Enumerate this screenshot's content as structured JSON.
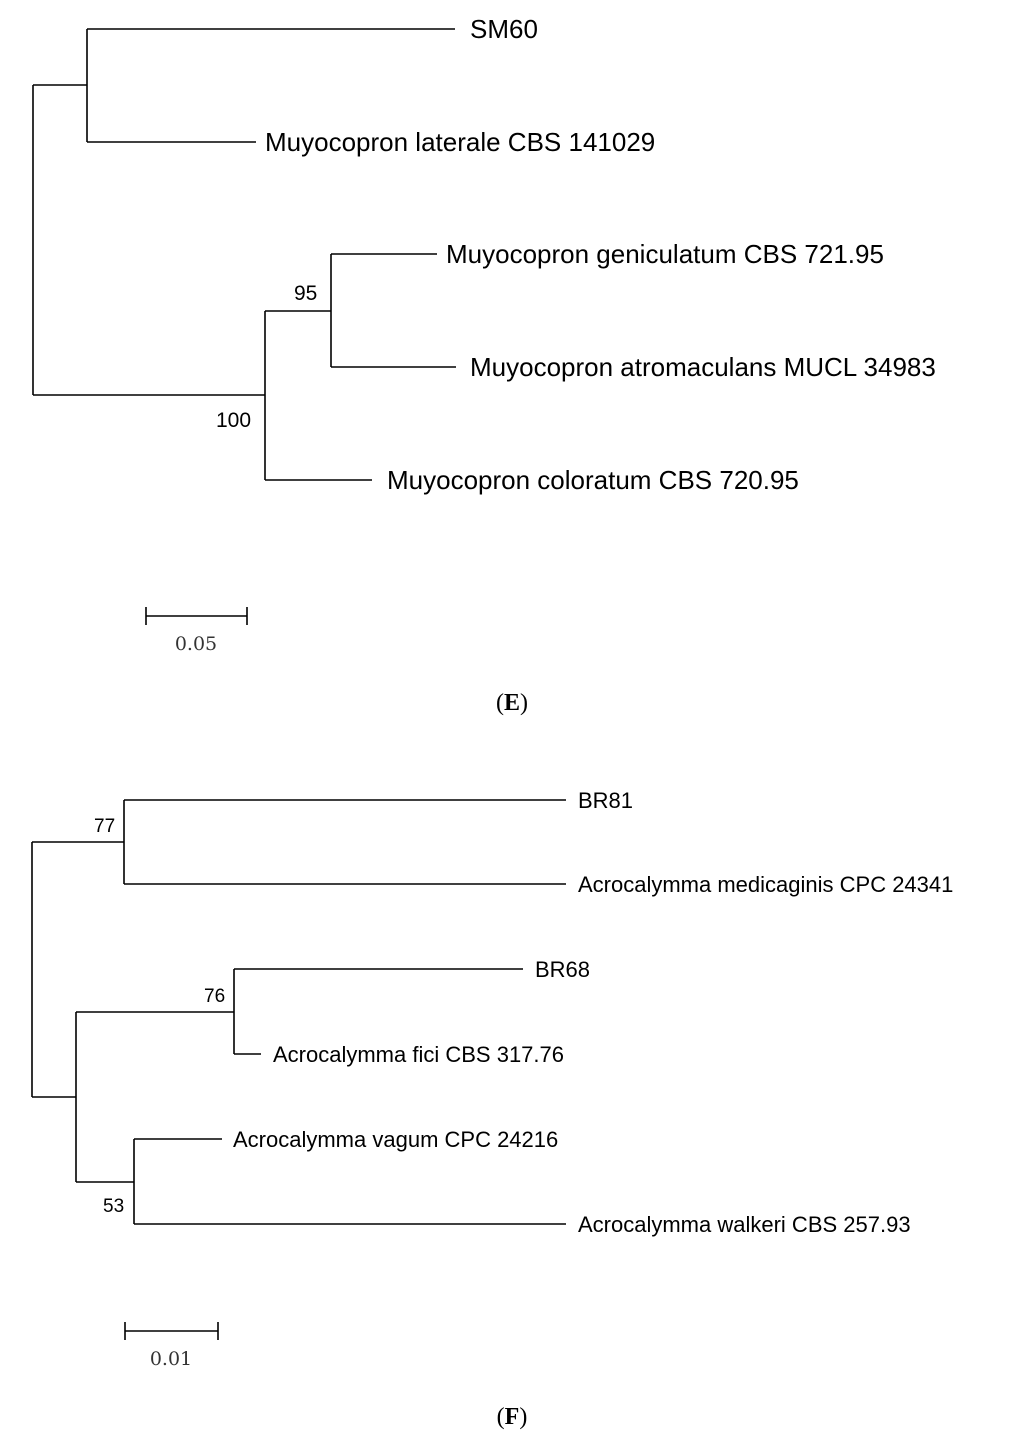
{
  "panels": [
    {
      "label": "E",
      "tips": [
        "SM60",
        "Muyocopron laterale CBS 141029",
        "Muyocopron geniculatum CBS 721.95",
        "Muyocopron atromaculans MUCL 34983",
        "Muyocopron coloratum CBS 720.95"
      ],
      "bootstrap": [
        "95",
        "100"
      ],
      "scale": "0.05"
    },
    {
      "label": "F",
      "tips": [
        "BR81",
        "Acrocalymma medicaginis CPC 24341",
        "BR68",
        "Acrocalymma fici CBS 317.76",
        "Acrocalymma vagum CPC 24216",
        "Acrocalymma walkeri CBS 257.93"
      ],
      "bootstrap": [
        "77",
        "76",
        "53"
      ],
      "scale": "0.01"
    }
  ]
}
